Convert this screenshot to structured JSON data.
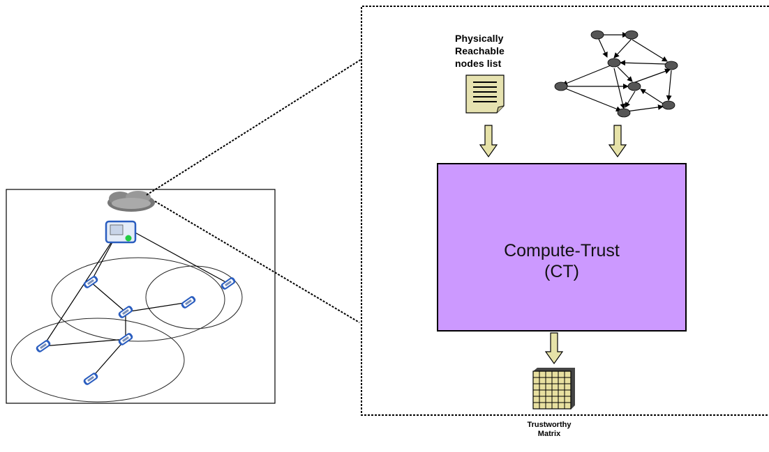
{
  "reachable_list": {
    "line1": "Physically",
    "line2": "Reachable",
    "line3": "nodes list"
  },
  "compute_trust": {
    "title": "Compute-Trust",
    "abbr": "(CT)",
    "fill_color": "#cc99ff"
  },
  "matrix": {
    "line1": "Trustworthy",
    "line2": "Matrix",
    "grid_color": "#e8e0a0"
  },
  "arrow_color": "#e6e2a8",
  "device_color": "#2a5dbf"
}
